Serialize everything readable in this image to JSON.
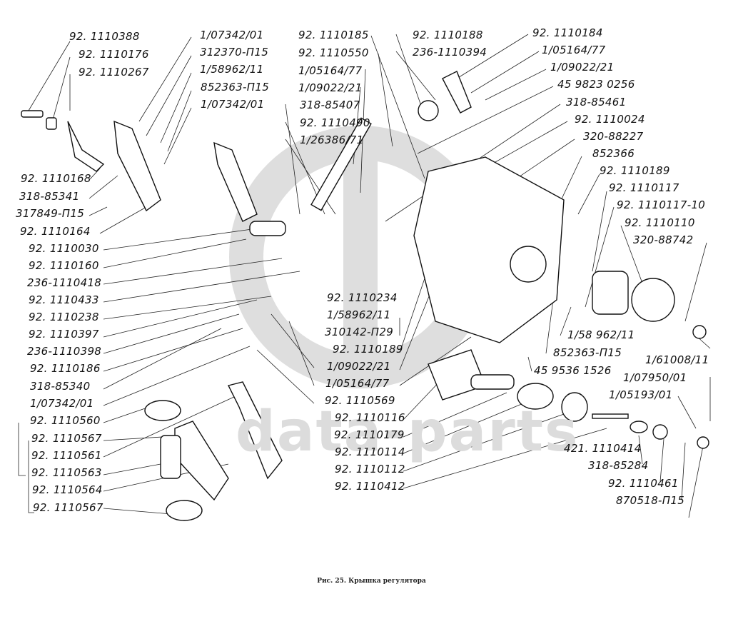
{
  "figure": {
    "caption": "Рис. 25. Крышка регулятора",
    "watermark_text": "data-parts",
    "colors": {
      "ink": "#111111",
      "watermark": "#dcdcdc",
      "background": "#ffffff"
    }
  },
  "labels": {
    "left": [
      "92. 1110388",
      "92. 1110176",
      "92. 1110267",
      "92. 1110168",
      "318-85341",
      "317849-П15",
      "92. 1110164",
      "92. 1110030",
      "92. 1110160",
      "236-1110418",
      "92. 1110433",
      "92. 1110238",
      "92. 1110397",
      "236-1110398",
      "92. 1110186",
      "318-85340",
      "1/07342/01",
      "92. 1110560",
      "92. 1110567",
      "92. 1110561",
      "92. 1110563",
      "92. 1110564",
      "92. 1110567"
    ],
    "top_left_mid": [
      "1/07342/01",
      "312370-П15",
      "1/58962/11",
      "852363-П15",
      "1/07342/01"
    ],
    "top_center": [
      "92. 1110185",
      "92. 1110550",
      "1/05164/77",
      "1/09022/21",
      "318-85407",
      "92. 1110490",
      "1/26386/71"
    ],
    "top_center_right": [
      "92. 1110188",
      "236-1110394"
    ],
    "top_right": [
      "92. 1110184",
      "1/05164/77",
      "1/09022/21",
      "45 9823 0256",
      "318-85461",
      "92. 1110024",
      "320-88227",
      "852366",
      "92. 1110189",
      "92. 1110117",
      "92. 1110117-10",
      "92. 1110110",
      "320-88742"
    ],
    "center": [
      "92. 1110234",
      "1/58962/11",
      "310142-П29",
      "92. 1110189",
      "1/09022/21",
      "1/05164/77",
      "92. 1110569"
    ],
    "center_right": [
      "1/58 962/11",
      "852363-П15",
      "45 9536 1526"
    ],
    "bottom_center": [
      "92. 1110116",
      "92. 1110179",
      "92. 1110114",
      "92. 1110112",
      "92. 1110412"
    ],
    "bottom_right": [
      "1/61008/11",
      "1/07950/01",
      "1/05193/01",
      "421. 1110414",
      "318-85284",
      "92. 1110461",
      "870518-П15"
    ]
  }
}
